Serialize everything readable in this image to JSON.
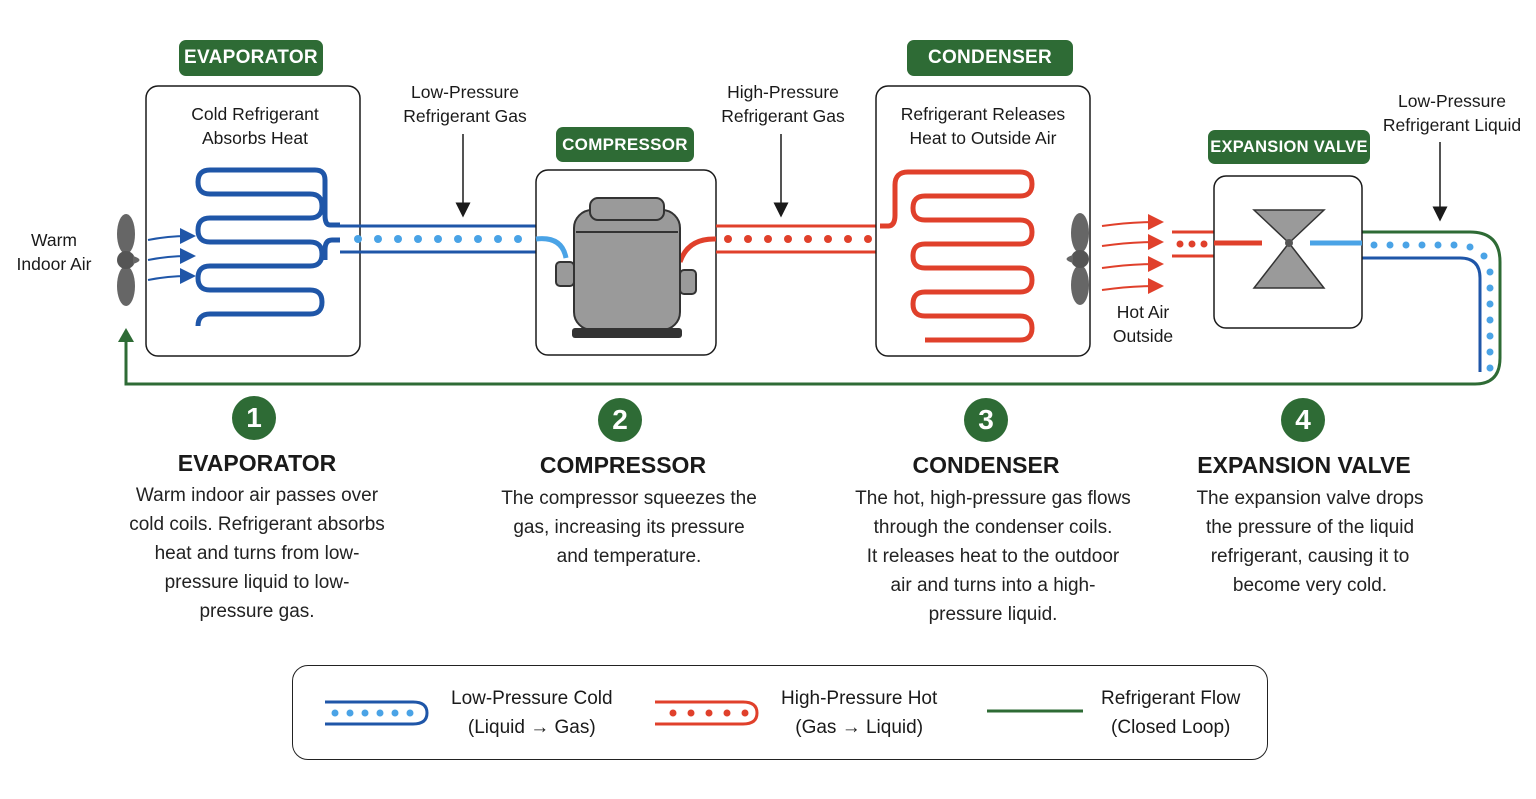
{
  "components": {
    "evaporator": {
      "badge": "EVAPORATOR",
      "caption": [
        "Cold Refrigerant",
        "Absorbs Heat"
      ]
    },
    "compressor": {
      "badge": "COMPRESSOR"
    },
    "condenser": {
      "badge": "CONDENSER",
      "caption": [
        "Refrigerant Releases",
        "Heat to Outside Air"
      ]
    },
    "expansion_valve": {
      "badge": "EXPANSION VALVE"
    }
  },
  "flow_labels": {
    "warm_air": [
      "Warm",
      "Indoor Air"
    ],
    "low_pressure_gas": [
      "Low-Pressure",
      "Refrigerant Gas"
    ],
    "high_pressure_gas": [
      "High-Pressure",
      "Refrigerant Gas"
    ],
    "hot_air": [
      "Hot Air",
      "Outside"
    ],
    "low_pressure_liquid": [
      "Low-Pressure",
      "Refrigerant Liquid"
    ]
  },
  "steps": [
    {
      "number": "1",
      "title": "EVAPORATOR",
      "lines": [
        "Warm indoor air passes over",
        "cold coils. Refrigerant absorbs",
        "heat and turns from low-",
        "pressure liquid to low-",
        "pressure gas."
      ]
    },
    {
      "number": "2",
      "title": "COMPRESSOR",
      "lines": [
        "The compressor squeezes the",
        "gas, increasing its pressure",
        "and temperature."
      ]
    },
    {
      "number": "3",
      "title": "CONDENSER",
      "lines": [
        "The hot, high-pressure gas flows",
        "through the condenser coils.",
        "It releases heat to the outdoor",
        "air and turns into a high-",
        "pressure liquid."
      ]
    },
    {
      "number": "4",
      "title": "EXPANSION VALVE",
      "lines": [
        "The expansion valve drops",
        "the pressure of the liquid",
        "refrigerant, causing it to",
        "become very cold."
      ]
    }
  ],
  "legend": {
    "cold": [
      "Low-Pressure Cold",
      "(Liquid → Gas)"
    ],
    "hot": [
      "High-Pressure Hot",
      "(Gas → Liquid)"
    ],
    "flow": [
      "Refrigerant Flow",
      "(Closed Loop)"
    ]
  },
  "colors": {
    "cold_line": "#1f56a8",
    "cold_dots": "#4aa3e6",
    "hot_line": "#e0402b",
    "loop": "#2e6b35",
    "badge": "#2e6b35",
    "device_gray": "#9a9a9a"
  }
}
